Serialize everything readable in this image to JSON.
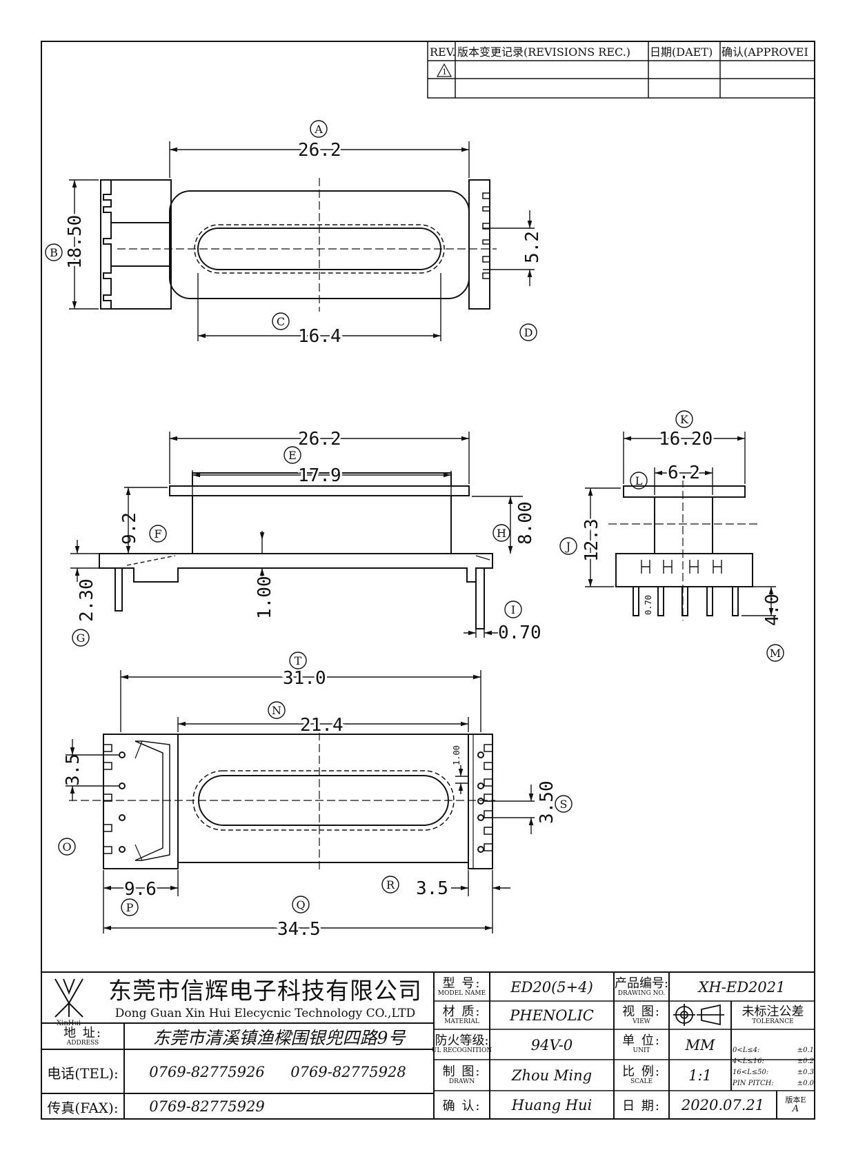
{
  "revision_table": {
    "headers": [
      "REV.",
      "版本变更记录(REVISIONS REC.)",
      "日期(DAET)",
      "确认(APPROVEI"
    ],
    "rows": [
      [
        "1",
        "",
        "",
        ""
      ],
      [
        "",
        "",
        "",
        ""
      ]
    ]
  },
  "view_top": {
    "circle_labels": [
      "A",
      "B",
      "C",
      "D"
    ],
    "dims": {
      "overall_width": "26.2",
      "height": "18.50",
      "slot_height": "5.2",
      "slot_length": "16.4"
    }
  },
  "view_front": {
    "circle_labels": [
      "E",
      "F",
      "G",
      "H",
      "I"
    ],
    "dims": {
      "top_width": "26.2",
      "winding_width": "17.9",
      "height_left": "9.2",
      "height_right": "8.00",
      "base_thickness": "2.30",
      "flange": "1.00",
      "pin": "0.70"
    }
  },
  "view_side": {
    "circle_labels": [
      "K",
      "L",
      "J",
      "M"
    ],
    "dims": {
      "top_width": "16.20",
      "core_width": "6.2",
      "height": "12.3",
      "pin_len": "4.0",
      "pin_small": "0.70"
    }
  },
  "view_bottom": {
    "circle_labels": [
      "T",
      "N",
      "O",
      "S",
      "R",
      "P",
      "Q"
    ],
    "dims": {
      "overall": "31.0",
      "inner": "21.4",
      "pitch_left": "3.5",
      "pitch_right": "3.50",
      "right_offset": "3.5",
      "left_offset": "9.6",
      "total": "34.5",
      "small": "1.00"
    }
  },
  "title_block": {
    "company_cn": "东莞市信辉电子科技有限公司",
    "company_en": "Dong Guan Xin Hui Elecycnic Technology CO.,LTD",
    "logo_text": "XinHui",
    "address_label_cn": "地 址:",
    "address_label_en": "ADDRESS",
    "address": "东莞市清溪镇渔樑围银兜四路9号",
    "tel_label": "电话(TEL):",
    "tel1": "0769-82775926",
    "tel2": "0769-82775928",
    "fax_label": "传真(FAX):",
    "fax": "0769-82775929",
    "model_label_cn": "型 号:",
    "model_label_en": "MODEL NAME",
    "model": "ED20(5+4)",
    "material_label_cn": "材 质:",
    "material_label_en": "MATERIAL",
    "material": "PHENOLIC",
    "fire_label_cn": "防火等级:",
    "fire_label_en": "UL RECOGNITION",
    "fire": "94V-0",
    "drawn_label_cn": "制 图:",
    "drawn_label_en": "DRAWN",
    "drawn": "Zhou Ming",
    "confirm_label_cn": "确 认:",
    "confirm": "Huang Hui",
    "product_label_cn": "产品编号:",
    "product_label_en": "DRAWING NO.",
    "product_no": "XH-ED2021",
    "view_label_cn": "视 图:",
    "view_label_en": "VIEW",
    "unit_label_cn": "单 位:",
    "unit_label_en": "UNIT",
    "unit": "MM",
    "scale_label_cn": "比 例:",
    "scale_label_en": "SCALE",
    "scale": "1:1",
    "date_label_cn": "日 期:",
    "date": "2020.07.21",
    "version_label": "版本E",
    "version": "A",
    "tolerance_cn": "未标注公差",
    "tolerance_en": "TOLERANCE",
    "tolerances": [
      [
        "0<L≤4:",
        "±0.1"
      ],
      [
        "4<L≤16:",
        "±0.2"
      ],
      [
        "16<L≤50:",
        "±0.3"
      ],
      [
        "PIN PITCH:",
        "±0.0"
      ]
    ]
  }
}
